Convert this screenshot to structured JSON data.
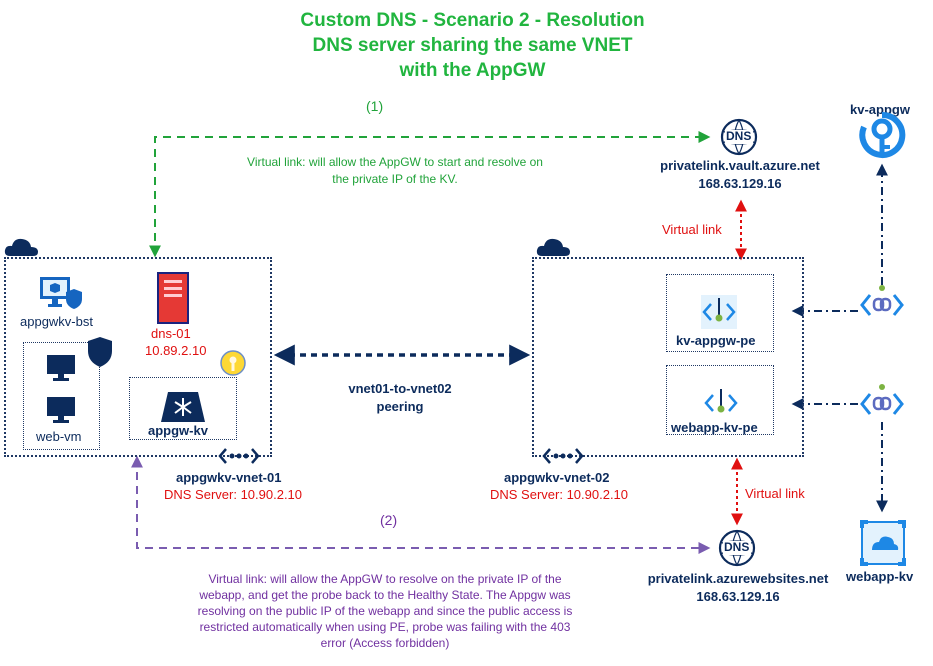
{
  "title": {
    "line1": "Custom DNS - Scenario 2 - Resolution",
    "line2": "DNS server  sharing the same VNET",
    "line3": "with the  AppGW"
  },
  "step1": {
    "number": "(1)",
    "note_line1": "Virtual link: will allow the  AppGW to start and resolve on",
    "note_line2": "the private IP of the KV."
  },
  "step2": {
    "number": "(2)",
    "note_line1": "Virtual link: will allow the  AppGW to resolve on the private IP of the",
    "note_line2": "webapp, and get the probe back to the Healthy State. The Appgw was",
    "note_line3": "resolving on the public IP of the webapp and since the public access is",
    "note_line4": "restricted automatically when using PE, probe was failing with the 403",
    "note_line5": "error (Access forbidden)"
  },
  "dns_zone_vault": {
    "icon_label": "DNS",
    "name": "privatelink.vault.azure.net",
    "ip": "168.63.129.16"
  },
  "dns_zone_websites": {
    "icon_label": "DNS",
    "name": "privatelink.azurewebsites.net",
    "ip": "168.63.129.16"
  },
  "virtual_link_top": "Virtual link",
  "virtual_link_bottom": "Virtual link",
  "keyvault": {
    "label": "kv-appgw"
  },
  "webapp": {
    "label": "webapp-kv"
  },
  "vnet1": {
    "name": "appgwkv-vnet-01",
    "dns_server": "DNS Server: 10.90.2.10",
    "bastion": "appgwkv-bst",
    "dns_vm_name": "dns-01",
    "dns_vm_ip": "10.89.2.10",
    "web_vm": "web-vm",
    "appgw": "appgw-kv"
  },
  "vnet2": {
    "name": "appgwkv-vnet-02",
    "dns_server": "DNS Server: 10.90.2.10",
    "pe_kv": "kv-appgw-pe",
    "pe_webapp": "webapp-kv-pe"
  },
  "peering": {
    "line1": "vnet01-to-vnet02",
    "line2": "peering"
  },
  "colors": {
    "green": "#21a33a",
    "navy": "#0c2b5c",
    "red": "#e01010",
    "purple": "#7030a0",
    "azure_blue": "#1e88e5"
  }
}
